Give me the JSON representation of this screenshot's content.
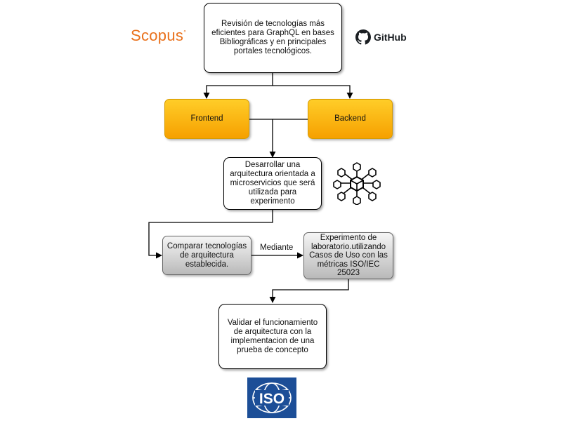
{
  "logos": {
    "scopus": "Scopus",
    "scopus_mark": "°",
    "github": "GitHub",
    "iso": "ISO"
  },
  "nodes": {
    "review": "Revisión de tecnologías más eficientes para GraphQL en bases Bibliográficas y en principales portales tecnológicos.",
    "frontend": "Frontend",
    "backend": "Backend",
    "microservices": "Desarrollar una arquitectura orientada a microservicios que será utilizada para experimento",
    "compare": "Comparar tecnologías de arquitectura establecida.",
    "experiment": "Experimento de laboratorio.utilizando Casos de Uso con las métricas ISO/IEC 25023",
    "validate": "Validar el funcionamiento de arquitectura con la implementacion de una prueba de concepto"
  },
  "edges": {
    "mediante_label": "Mediante"
  },
  "icons": {
    "github": "github-octocat-icon",
    "microservices": "microservices-cubes-icon",
    "iso": "iso-globe-logo-icon"
  },
  "colors": {
    "scopus_orange": "#e9711c",
    "node_orange_fill": "#ffc21a",
    "node_orange_stroke": "#d79b00",
    "node_grey_fill": "#d9d9d9",
    "iso_blue": "#1c4e97"
  }
}
